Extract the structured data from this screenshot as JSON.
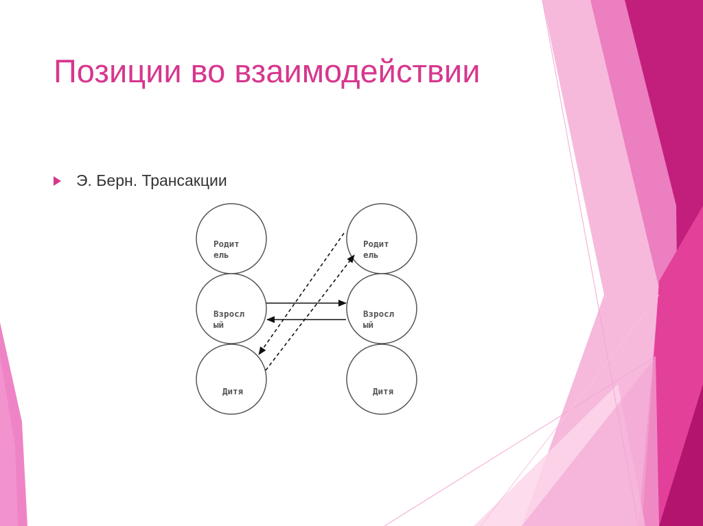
{
  "slide": {
    "title": "Позиции во взаимодействии",
    "bullet": "Э. Берн. Трансакции"
  },
  "diagram": {
    "left_person": {
      "states": [
        {
          "line1": "Родит",
          "line2": "ель"
        },
        {
          "line1": "Взросл",
          "line2": "ый"
        },
        {
          "line1": "",
          "line2": "Дитя"
        }
      ]
    },
    "right_person": {
      "states": [
        {
          "line1": "Родит",
          "line2": "ель"
        },
        {
          "line1": "Взросл",
          "line2": "ый"
        },
        {
          "line1": "",
          "line2": "Дитя"
        }
      ]
    },
    "transactions": [
      {
        "from": "left.Взрослый",
        "to": "right.Взрослый",
        "style": "solid"
      },
      {
        "from": "right.Взрослый",
        "to": "left.Взрослый",
        "style": "solid"
      },
      {
        "from": "left.Дитя",
        "to": "right.Родитель",
        "style": "dashed"
      },
      {
        "from": "right.Родитель",
        "to": "left.Дитя",
        "style": "dashed"
      }
    ]
  },
  "colors": {
    "accent": "#d6378e",
    "magenta_dark": "#c2187a",
    "pink_mid": "#e868b5",
    "pink_light": "#f4a6d3"
  }
}
